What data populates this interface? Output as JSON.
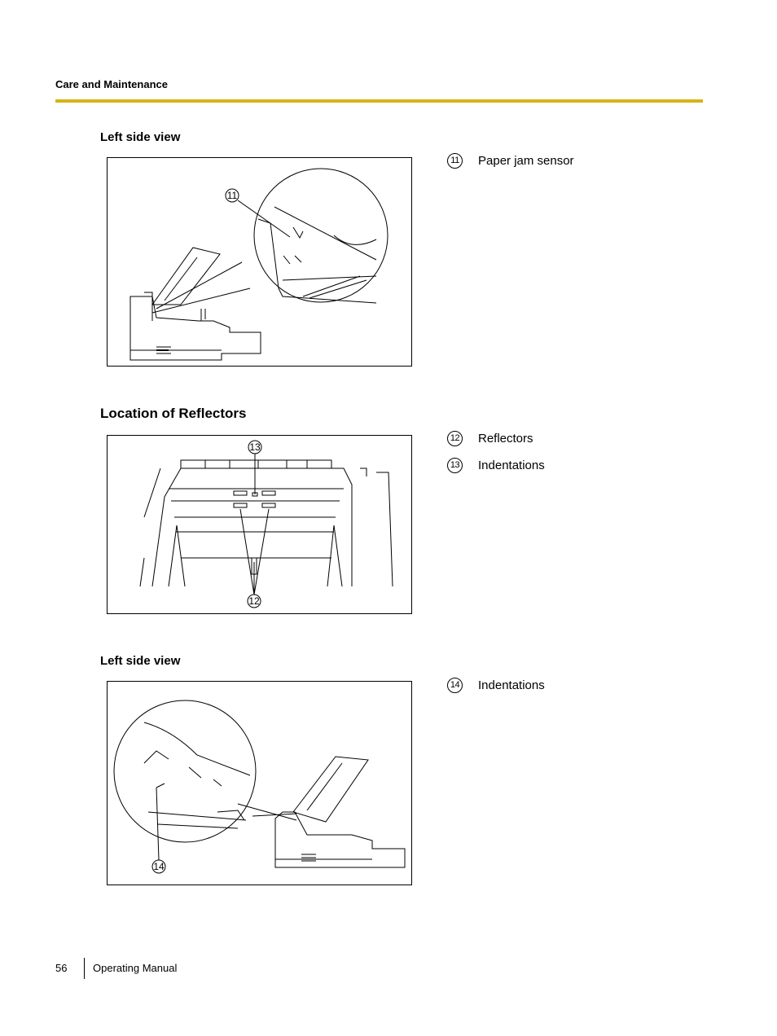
{
  "header": {
    "section_title": "Care and Maintenance",
    "rule_color": "#d4b515"
  },
  "sections": [
    {
      "heading": "Left side view",
      "figure_numbers": [
        "11"
      ],
      "callouts": [
        {
          "number": "11",
          "label": "Paper jam sensor"
        }
      ]
    },
    {
      "heading": "Location of Reflectors",
      "figure_numbers": [
        "13",
        "12"
      ],
      "callouts": [
        {
          "number": "12",
          "label": "Reflectors"
        },
        {
          "number": "13",
          "label": "Indentations"
        }
      ]
    },
    {
      "heading": "Left side view",
      "figure_numbers": [
        "14"
      ],
      "callouts": [
        {
          "number": "14",
          "label": "Indentations"
        }
      ]
    }
  ],
  "footer": {
    "page_number": "56",
    "document_title": "Operating Manual"
  }
}
